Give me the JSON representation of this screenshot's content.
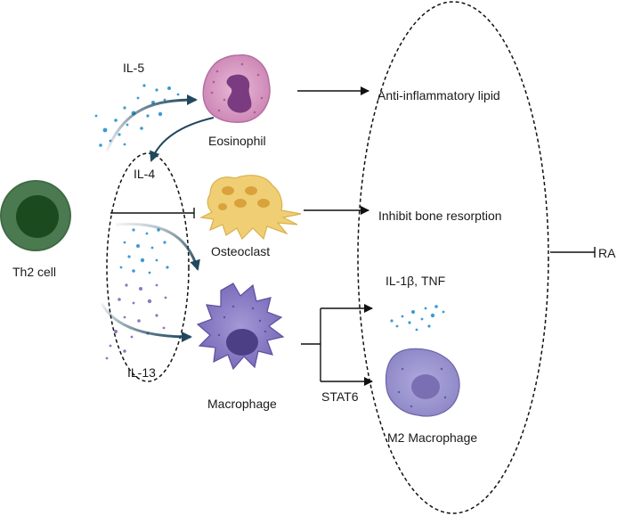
{
  "labels": {
    "th2_cell": "Th2 cell",
    "il5": "IL-5",
    "il4": "IL-4",
    "il13": "IL-13",
    "eosinophil": "Eosinophil",
    "osteoclast": "Osteoclast",
    "macrophage": "Macrophage",
    "anti_inflammatory_lipid": "Anti-inflammatory lipid",
    "inhibit_bone_resorption": "Inhibit bone resorption",
    "il1b_tnf": "IL-1β, TNF",
    "stat6": "STAT6",
    "m2_macrophage": "M2 Macrophage",
    "ra": "RA"
  },
  "colors": {
    "th2_outer": "#3f6b44",
    "th2_inner": "#1c4a1f",
    "eosinophil": "#d79ac0",
    "eosinophil_nucleus": "#7a3b80",
    "osteoclast": "#f0cf74",
    "osteoclast_nuclei": "#d9a23d",
    "macrophage": "#8b7dc4",
    "macrophage_nucleus": "#4d3f86",
    "m2_macrophage": "#9a95cf",
    "m2_nucleus": "#7a6fb3",
    "curved_arrow": "#21485e",
    "cytokine_blue": "#3b9bd0",
    "cytokine_purple": "#8a78c4"
  }
}
